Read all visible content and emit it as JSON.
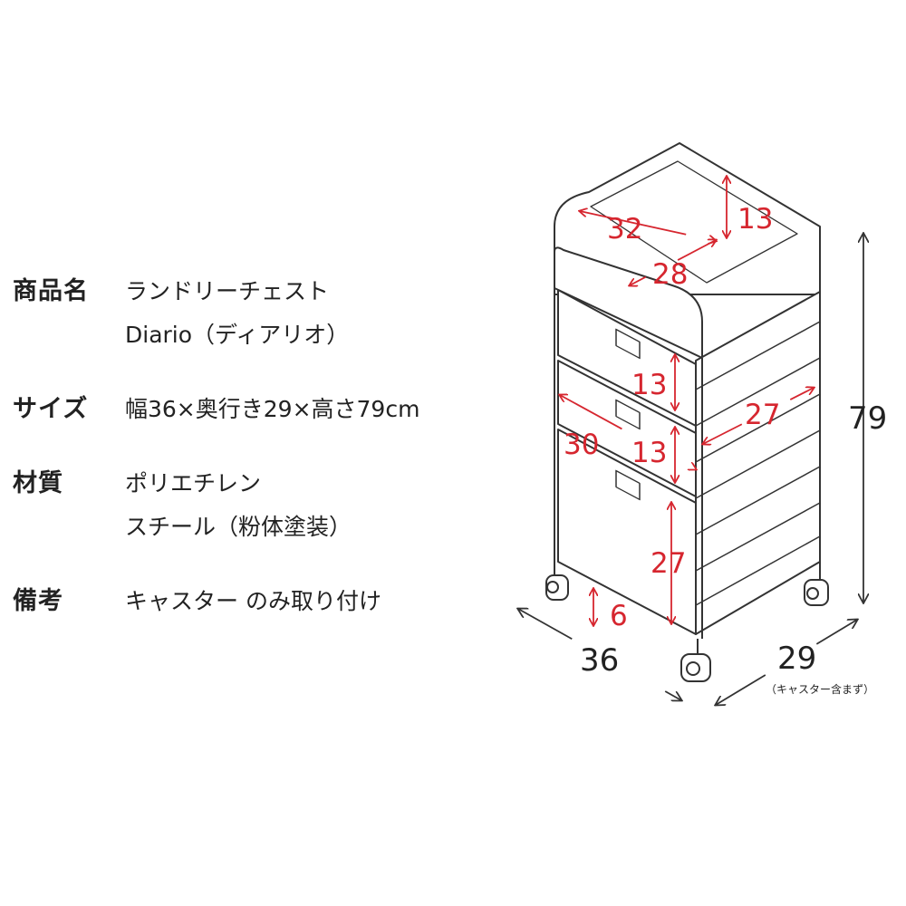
{
  "specs": [
    {
      "label": "商品名",
      "lines": [
        "ランドリーチェスト",
        "Diario（ディアリオ）"
      ]
    },
    {
      "label": "サイズ",
      "lines": [
        "幅36×奥行き29×高さ79cm"
      ]
    },
    {
      "label": "材質",
      "lines": [
        "ポリエチレン",
        "スチール（粉体塗装）"
      ]
    },
    {
      "label": "備考",
      "lines": [
        "キャスター のみ取り付け"
      ]
    }
  ],
  "dimensions": {
    "tray_width": "32",
    "tray_depth": "28",
    "tray_height": "13",
    "drawer1_height": "13",
    "drawer2_height": "13",
    "drawer_width": "30",
    "drawer_depth": "27",
    "drawer3_height": "27",
    "caster_height": "6",
    "total_height": "79",
    "overall_width": "36",
    "overall_depth": "29",
    "depth_note": "（キャスター含まず）"
  },
  "colors": {
    "dimension_red": "#d6262f",
    "line": "#333333"
  }
}
